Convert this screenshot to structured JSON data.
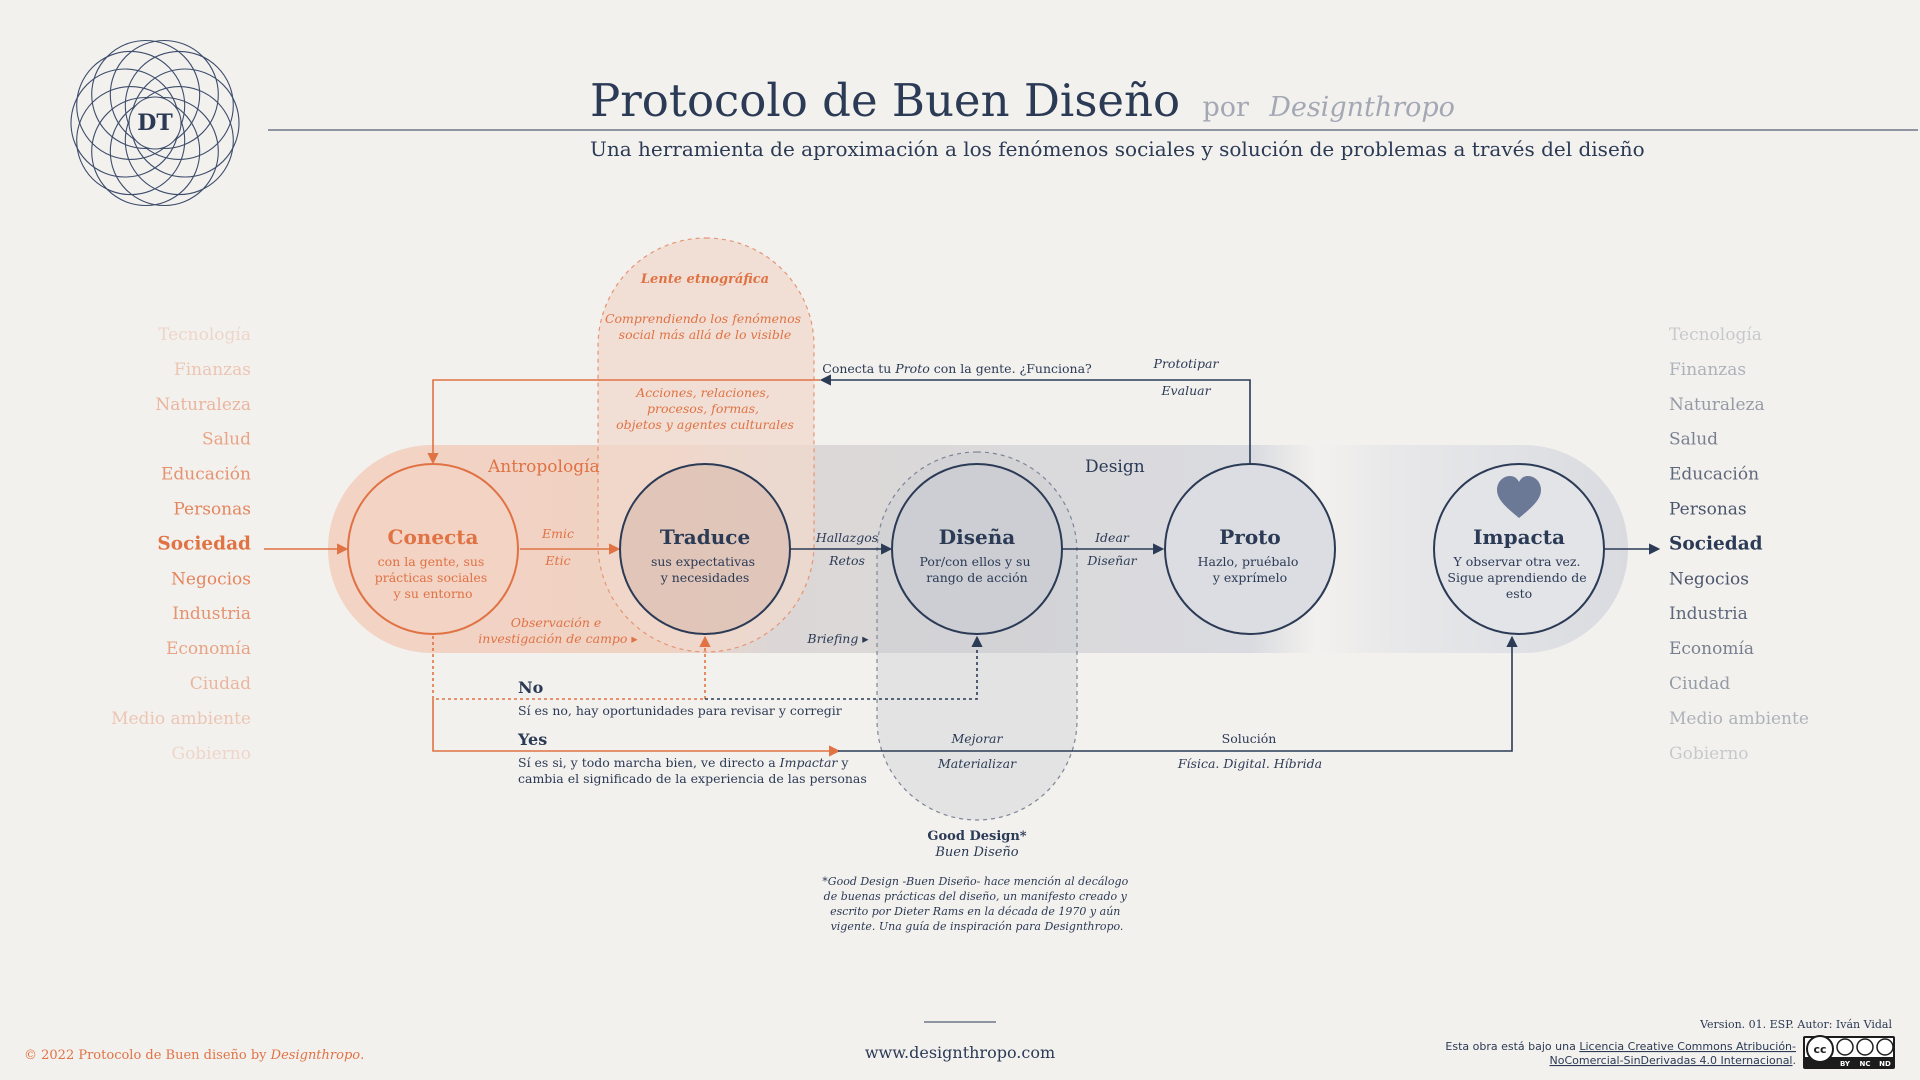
{
  "logo": {
    "initials": "DT"
  },
  "header": {
    "title": "Protocolo de Buen Diseño",
    "by_prefix": "por",
    "by_name": "Designthropo",
    "subtitle": "Una herramienta de aproximación a los fenómenos sociales y solución de problemas a través del diseño"
  },
  "colors": {
    "background": "#f3f1ee",
    "navy": "#2b3a55",
    "orange": "#e07244",
    "orange_fill": "#f2d6c8",
    "grey_fill": "#d8dadf"
  },
  "sectors": [
    "Tecnología",
    "Finanzas",
    "Naturaleza",
    "Salud",
    "Educación",
    "Personas",
    "Sociedad",
    "Negocios",
    "Industria",
    "Economía",
    "Ciudad",
    "Medio ambiente",
    "Gobierno"
  ],
  "zones": {
    "anthropology": "Antropología",
    "design": "Design"
  },
  "lens": {
    "title": "Lente etnográfica",
    "text1": [
      "Comprendiendo los fenómenos",
      "social más allá de lo visible"
    ],
    "text2": [
      "Acciones, relaciones,",
      "procesos, formas,",
      "objetos y agentes culturales"
    ]
  },
  "stages": [
    {
      "name": "Conecta",
      "desc": [
        "con la gente, sus",
        "prácticas sociales",
        "y su entorno"
      ]
    },
    {
      "name": "Traduce",
      "desc": [
        "sus expectativas",
        "y necesidades"
      ]
    },
    {
      "name": "Diseña",
      "desc": [
        "Por/con ellos y su",
        "rango de acción"
      ]
    },
    {
      "name": "Proto",
      "desc": [
        "Hazlo, pruébalo",
        "y exprímelo"
      ]
    },
    {
      "name": "Impacta",
      "desc": [
        "Y observar otra vez.",
        "Sigue aprendiendo de",
        "esto"
      ]
    }
  ],
  "connectors": {
    "emic": "Emic",
    "etic": "Etic",
    "hallazgos": "Hallazgos",
    "retos": "Retos",
    "idear": "Idear",
    "disenar": "Diseñar",
    "prototipar": "Prototipar",
    "evaluar": "Evaluar",
    "observacion": [
      "Observación e",
      "investigación de campo ▸"
    ],
    "briefing": "Briefing ▸",
    "feedback_prefix": "Conecta tu ",
    "feedback_em": "Proto",
    "feedback_suffix": " con la gente. ¿Funciona?",
    "mejorar": "Mejorar",
    "materializar": "Materializar",
    "solucion": "Solución",
    "fisica": "Física. Digital. Híbrida"
  },
  "no_branch": {
    "label": "No",
    "text": "Sí es no, hay oportunidades para revisar y corregir"
  },
  "yes_branch": {
    "label": "Yes",
    "text1_prefix": "Sí es si, y todo marcha bien, ve directo a ",
    "text1_em": "Impactar",
    "text1_suffix": " y",
    "text2": "cambia el significado de la experiencia de las personas"
  },
  "good_design": {
    "title": "Good Design*",
    "subtitle": "Buen Diseño",
    "note": [
      "*Good Design -Buen Diseño- hace mención al decálogo",
      "de buenas prácticas del diseño, un manifesto creado y",
      "escrito por Dieter Rams en la década de 1970 y aún",
      "vigente. Una guía de inspiración para Designthropo."
    ]
  },
  "footer": {
    "copyright_prefix": "© 2022 Protocolo de Buen diseño by ",
    "copyright_brand": "Designthropo",
    "copyright_suffix": ".",
    "website": "www.designthropo.com",
    "version": "Version. 01. ESP. Autor: Iván Vidal",
    "license_prefix": "Esta obra está bajo una ",
    "license_link1": "Licencia Creative Commons Atribución-",
    "license_link2": "NoComercial-SinDerivadas 4.0 Internacional",
    "license_suffix": ".",
    "cc_badge": [
      "cc",
      "BY",
      "NC",
      "ND"
    ]
  }
}
